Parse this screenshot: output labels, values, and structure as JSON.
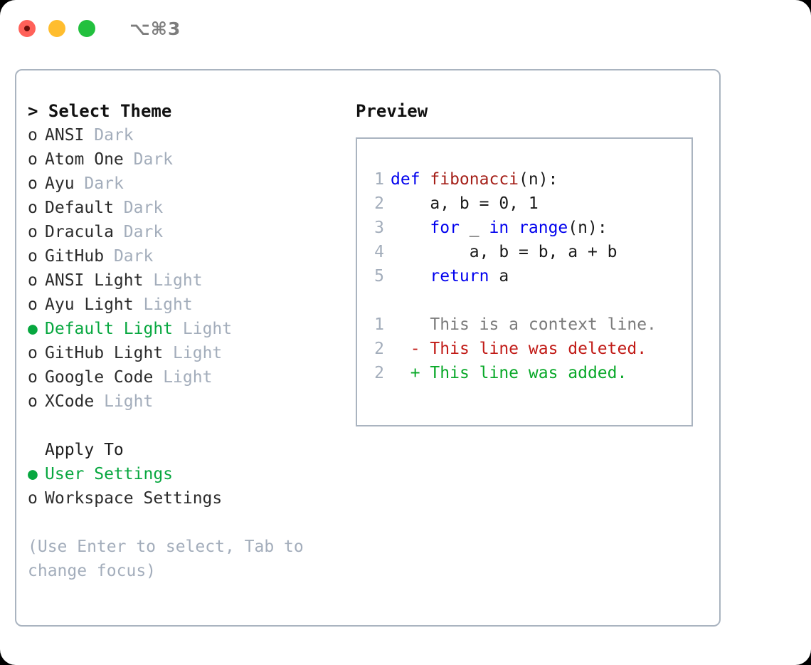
{
  "titlebar": {
    "lights": [
      {
        "name": "close-button",
        "color": "#ff6159"
      },
      {
        "name": "minimize-button",
        "color": "#ffbd2e"
      },
      {
        "name": "maximize-button",
        "color": "#22c03e"
      }
    ],
    "shortcut": "⌥⌘3"
  },
  "left": {
    "header": "> Select Theme",
    "themes": [
      {
        "marker": "o",
        "name": "ANSI",
        "variant": "Dark",
        "selected": false
      },
      {
        "marker": "o",
        "name": "Atom One",
        "variant": "Dark",
        "selected": false
      },
      {
        "marker": "o",
        "name": "Ayu",
        "variant": "Dark",
        "selected": false
      },
      {
        "marker": "o",
        "name": "Default",
        "variant": "Dark",
        "selected": false
      },
      {
        "marker": "o",
        "name": "Dracula",
        "variant": "Dark",
        "selected": false
      },
      {
        "marker": "o",
        "name": "GitHub",
        "variant": "Dark",
        "selected": false
      },
      {
        "marker": "o",
        "name": "ANSI Light",
        "variant": "Light",
        "selected": false
      },
      {
        "marker": "o",
        "name": "Ayu Light",
        "variant": "Light",
        "selected": false
      },
      {
        "marker": "●",
        "name": "Default Light",
        "variant": "Light",
        "selected": true
      },
      {
        "marker": "o",
        "name": "GitHub Light",
        "variant": "Light",
        "selected": false
      },
      {
        "marker": "o",
        "name": "Google Code",
        "variant": "Light",
        "selected": false
      },
      {
        "marker": "o",
        "name": "XCode",
        "variant": "Light",
        "selected": false
      }
    ],
    "apply_to": {
      "header": "Apply To",
      "options": [
        {
          "marker": "●",
          "label": "User Settings",
          "selected": true
        },
        {
          "marker": "o",
          "label": "Workspace Settings",
          "selected": false
        }
      ]
    },
    "hint_line1": "(Use Enter to select, Tab to",
    "hint_line2": "change focus)"
  },
  "right": {
    "title": "Preview",
    "code": [
      {
        "lineno": "1",
        "indent": "",
        "tokens": [
          {
            "text": "def ",
            "style": "kw"
          },
          {
            "text": "fibonacci",
            "style": "fn"
          },
          {
            "text": "(n):",
            "style": "plain"
          }
        ]
      },
      {
        "lineno": "2",
        "indent": "    ",
        "tokens": [
          {
            "text": "a, b = 0, 1",
            "style": "plain"
          }
        ]
      },
      {
        "lineno": "3",
        "indent": "    ",
        "tokens": [
          {
            "text": "for ",
            "style": "kw"
          },
          {
            "text": "_ ",
            "style": "plain"
          },
          {
            "text": "in ",
            "style": "kw"
          },
          {
            "text": "range",
            "style": "kw"
          },
          {
            "text": "(n):",
            "style": "plain"
          }
        ]
      },
      {
        "lineno": "4",
        "indent": "        ",
        "tokens": [
          {
            "text": "a, b = b, a + b",
            "style": "plain"
          }
        ]
      },
      {
        "lineno": "5",
        "indent": "    ",
        "tokens": [
          {
            "text": "return ",
            "style": "kw"
          },
          {
            "text": "a",
            "style": "plain"
          }
        ]
      }
    ],
    "diff": [
      {
        "lineno": "1",
        "sign": "  ",
        "text": "This is a context line.",
        "kind": "diff-ctx"
      },
      {
        "lineno": "2",
        "sign": "- ",
        "text": "This line was deleted.",
        "kind": "diff-del"
      },
      {
        "lineno": "2",
        "sign": "+ ",
        "text": "This line was added.",
        "kind": "diff-add"
      }
    ]
  },
  "colors": {
    "accent_green": "#07a73f",
    "muted": "#a3adbb",
    "border": "#aab4c0",
    "keyword": "#0000ee",
    "function": "#a52019",
    "diff_added": "#08a828",
    "diff_deleted": "#c11b17"
  }
}
